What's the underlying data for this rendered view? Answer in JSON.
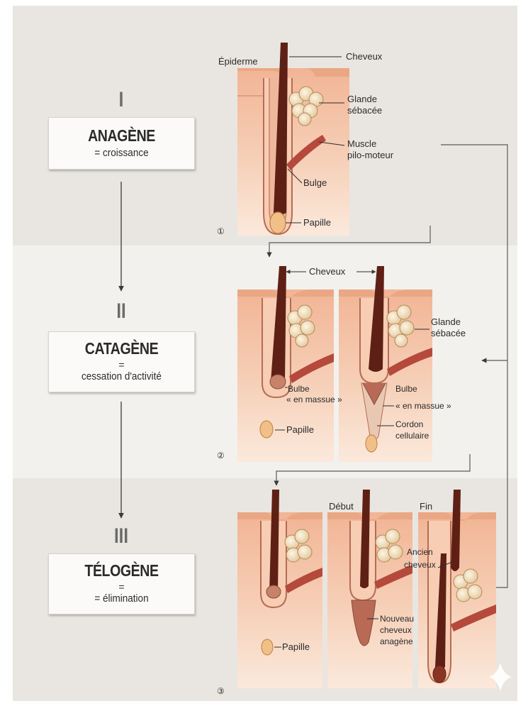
{
  "phases": [
    {
      "numeral": "I",
      "name": "ANAGÈNE",
      "equals": "",
      "description": "= croissance"
    },
    {
      "numeral": "II",
      "name": "CATAGÈNE",
      "equals": "=",
      "description": "cessation d'activité"
    },
    {
      "numeral": "III",
      "name": "TÉLOGÈNE",
      "equals": "=",
      "description": "= élimination"
    }
  ],
  "panel_numbers": [
    "①",
    "②",
    "③"
  ],
  "labels": {
    "epiderme": "Épiderme",
    "cheveux": "Cheveux",
    "glande_1": "Glande",
    "glande_2": "sébacée",
    "muscle_1": "Muscle",
    "muscle_2": "pilo-moteur",
    "bulge": "Bulge",
    "papille": "Papille",
    "cheveux_mid": "Cheveux",
    "bulbe_1": "Bulbe",
    "bulbe_2": "« en massue »",
    "cordon_1": "Cordon",
    "cordon_2": "cellulaire",
    "debut": "Début",
    "fin": "Fin",
    "ancien_1": "Ancien",
    "ancien_2": "cheveux",
    "nouveau_1": "Nouveau",
    "nouveau_2": "cheveux",
    "nouveau_3": "anagène"
  },
  "colors": {
    "band_top": "#e9e6e1",
    "band_mid": "#f2f1ee",
    "band_bot": "#e9e6e1",
    "skin_light": "#f8dac6",
    "skin_dark": "#eaa784",
    "hair": "#5e2015",
    "sheath": "#c7826a",
    "gland": "#f1dfc0",
    "muscle": "#b4493c"
  }
}
